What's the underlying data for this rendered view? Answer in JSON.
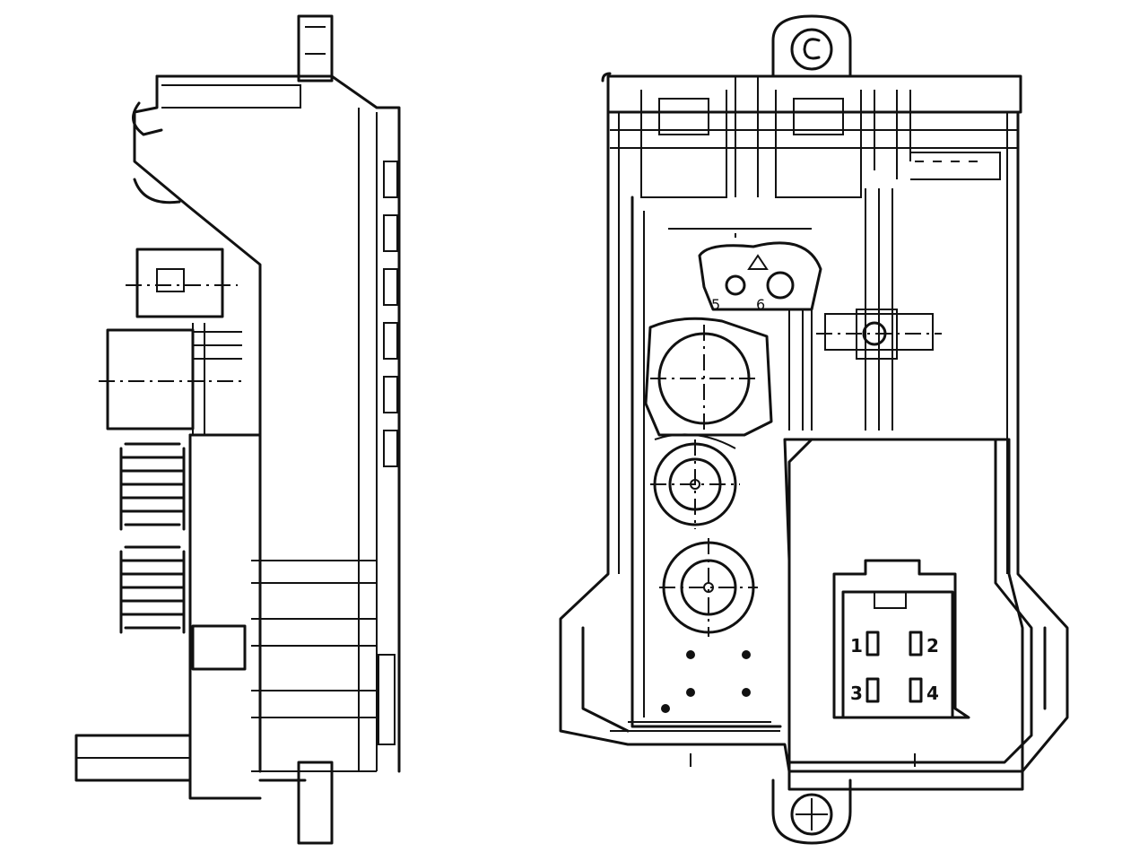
{
  "drawing": {
    "views": [
      {
        "name": "side-view"
      },
      {
        "name": "front-view"
      }
    ],
    "connector_pins": [
      "1",
      "2",
      "3",
      "4"
    ],
    "terminal_marks": [
      "5",
      "6"
    ]
  },
  "colors": {
    "line": "#111111",
    "background": "#ffffff"
  }
}
